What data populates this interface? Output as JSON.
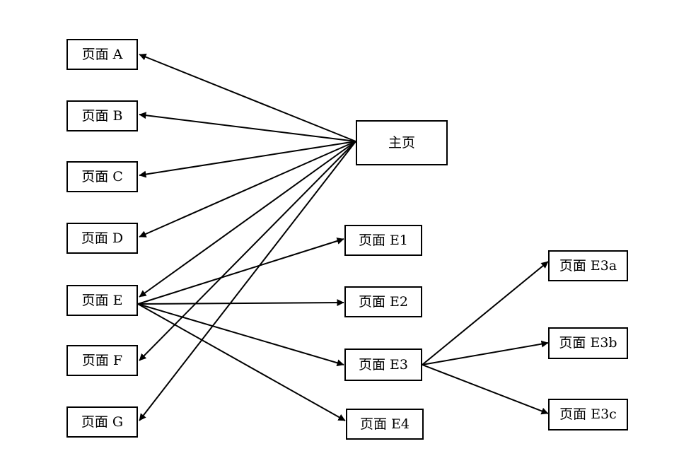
{
  "nodes": {
    "home": "主页",
    "a": "页面 A",
    "b": "页面 B",
    "c": "页面 C",
    "d": "页面 D",
    "e": "页面 E",
    "f": "页面 F",
    "g": "页面 G",
    "e1": "页面 E1",
    "e2": "页面 E2",
    "e3": "页面 E3",
    "e4": "页面 E4",
    "e3a": "页面 E3a",
    "e3b": "页面 E3b",
    "e3c": "页面 E3c"
  },
  "edges": [
    {
      "from": "home",
      "to": "a"
    },
    {
      "from": "home",
      "to": "b"
    },
    {
      "from": "home",
      "to": "c"
    },
    {
      "from": "home",
      "to": "d"
    },
    {
      "from": "home",
      "to": "e"
    },
    {
      "from": "home",
      "to": "f"
    },
    {
      "from": "home",
      "to": "g"
    },
    {
      "from": "e",
      "to": "e1"
    },
    {
      "from": "e",
      "to": "e2"
    },
    {
      "from": "e",
      "to": "e3"
    },
    {
      "from": "e",
      "to": "e4"
    },
    {
      "from": "e3",
      "to": "e3a"
    },
    {
      "from": "e3",
      "to": "e3b"
    },
    {
      "from": "e3",
      "to": "e3c"
    }
  ],
  "colors": {
    "line": "#000000",
    "box_border": "#000000",
    "background": "#ffffff"
  }
}
